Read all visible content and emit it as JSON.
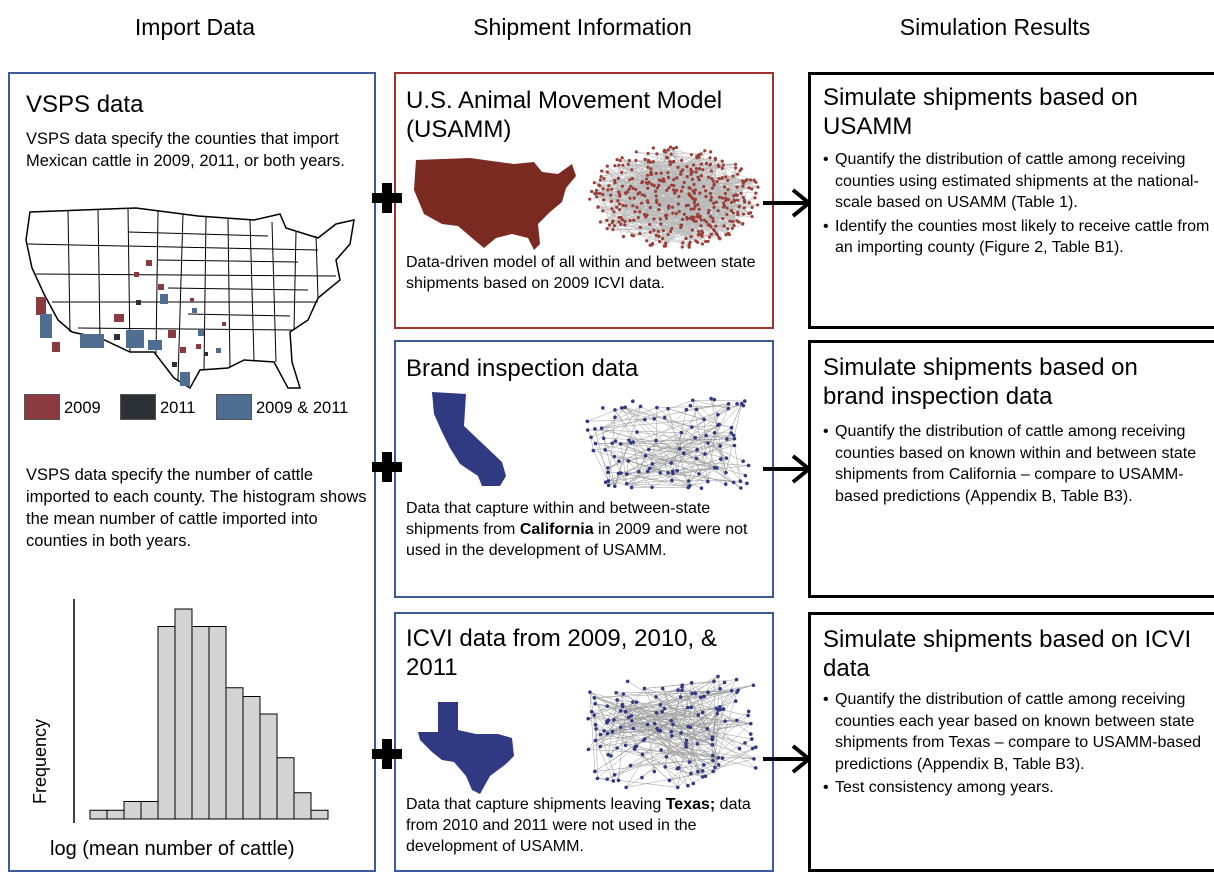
{
  "headers": {
    "import": "Import Data",
    "shipment": "Shipment Information",
    "results": "Simulation Results"
  },
  "vsps": {
    "title": "VSPS data",
    "desc1": "VSPS data specify the counties that import Mexican cattle in 2009, 2011, or both years.",
    "legend": [
      {
        "label": "2009",
        "color": "#8b3a3f"
      },
      {
        "label": "2011",
        "color": "#2b3036"
      },
      {
        "label": "2009 & 2011",
        "color": "#4f6d90"
      }
    ],
    "desc2": "VSPS data specify the number of cattle imported to each county. The histogram shows the mean number of cattle imported into counties in both years.",
    "histogram": {
      "ylabel": "Frequency",
      "xlabel": "log (mean number of cattle)",
      "bar_color": "#d3d3d3",
      "values": [
        1,
        1,
        2,
        2,
        22,
        24,
        22,
        22,
        15,
        14,
        12,
        7,
        3,
        1
      ]
    }
  },
  "usamm": {
    "title": "U.S. Animal Movement Model (USAMM)",
    "map_color": "#7b2a22",
    "desc": "Data-driven model of all within and between state shipments based on 2009 ICVI data."
  },
  "brand": {
    "title": "Brand inspection data",
    "state_color": "#2f3a82",
    "desc_pre": "Data that capture within and between-state shipments from ",
    "desc_bold": "California",
    "desc_post": " in 2009 and were not used in the development of USAMM."
  },
  "icvi": {
    "title": "ICVI data from 2009, 2010, & 2011",
    "state_color": "#2f3a82",
    "desc_pre": "Data that capture shipments leaving ",
    "desc_bold": "Texas;",
    "desc_post": " data from 2010 and 2011 were not used in the development of USAMM."
  },
  "results": [
    {
      "title": "Simulate shipments based on USAMM",
      "bullets": [
        "Quantify the distribution of cattle among receiving counties using estimated shipments at the national-scale based on USAMM (Table 1).",
        "Identify the counties most likely to receive cattle from an importing county (Figure 2, Table B1)."
      ]
    },
    {
      "title": "Simulate shipments based on brand inspection data",
      "bullets": [
        "Quantify the distribution of cattle among receiving counties based on known within and between state shipments from California – compare to USAMM-based predictions (Appendix B, Table B3)."
      ]
    },
    {
      "title": "Simulate shipments based on ICVI data",
      "bullets": [
        "Quantify the distribution of cattle among receiving counties each year based on known between state shipments from Texas – compare to USAMM-based predictions (Appendix B, Table B3).",
        "Test consistency among years."
      ]
    }
  ]
}
